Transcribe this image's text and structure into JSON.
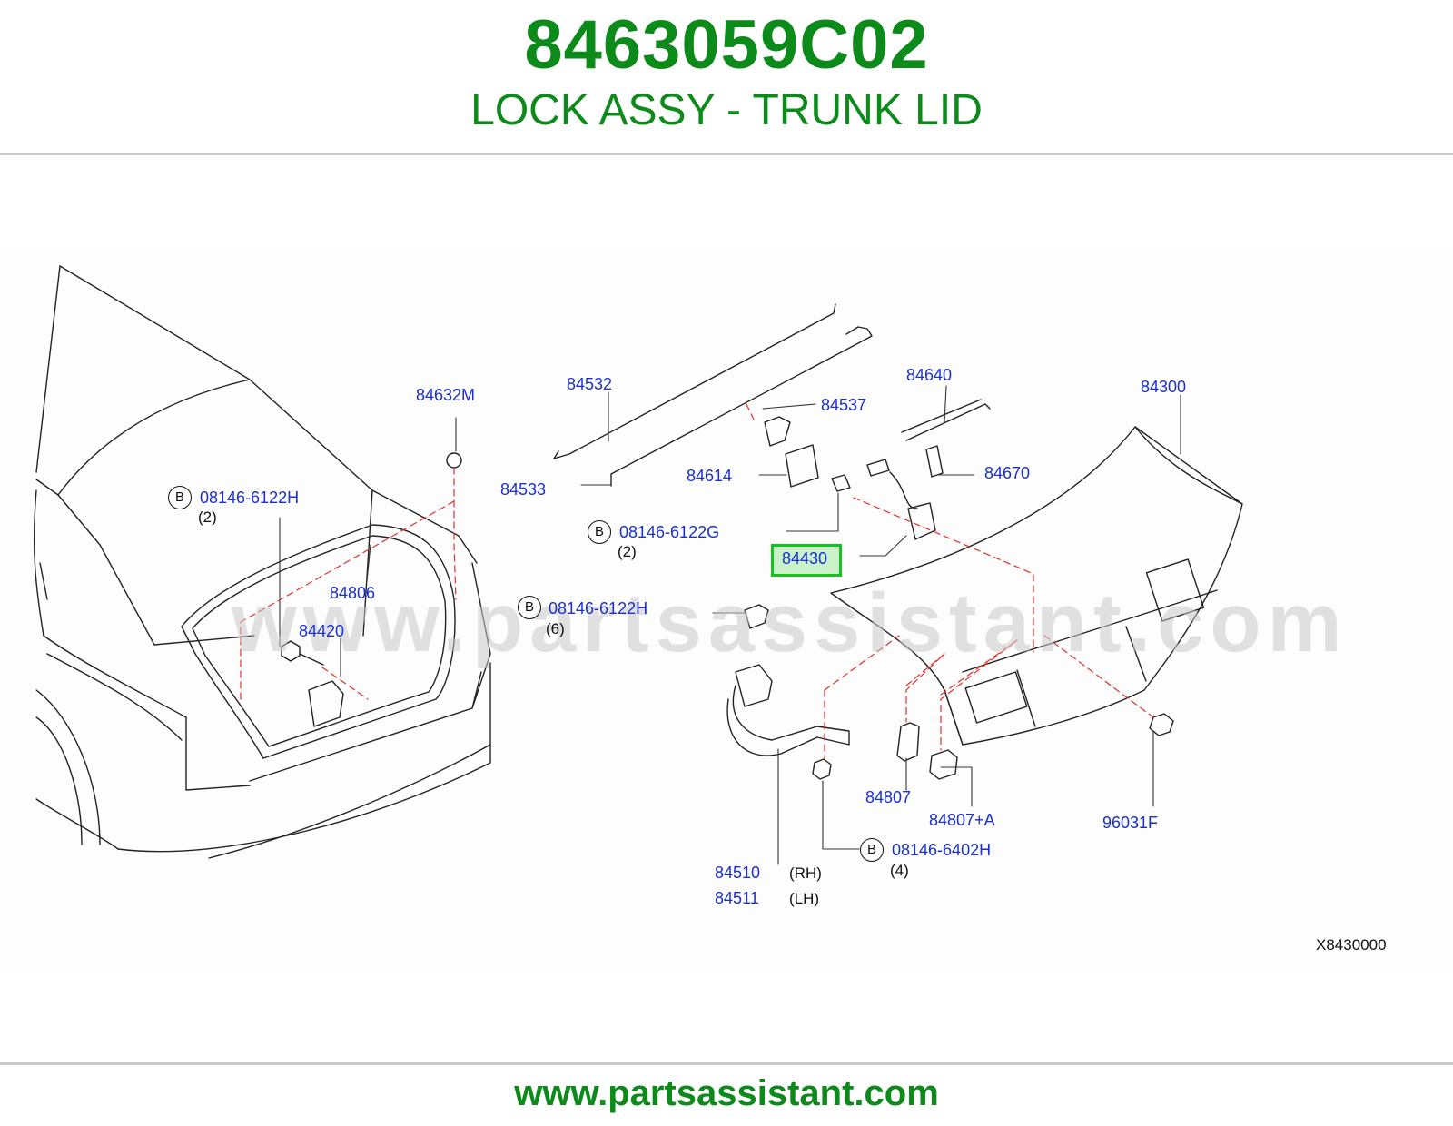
{
  "header": {
    "part_number": "8463059C02",
    "description": "LOCK ASSY - TRUNK LID"
  },
  "watermark": "www.partsassistant.com",
  "diagram_code": "X8430000",
  "footer_url": "www.partsassistant.com",
  "highlighted_part": "84430",
  "colors": {
    "title": "#0c8a1a",
    "label": "#1a2fd0",
    "highlight": "#18c21e",
    "leader_dash": "#e0302a"
  },
  "callouts": {
    "p84632M": "84632M",
    "p84532": "84532",
    "p84537": "84537",
    "p84640": "84640",
    "p84300": "84300",
    "p84533": "84533",
    "p84614": "84614",
    "p84670": "84670",
    "p84806": "84806",
    "p84420": "84420",
    "p84430": "84430",
    "p84807": "84807",
    "p84807A": "84807+A",
    "p96031F": "96031F",
    "p84510": "84510",
    "p84511": "84511",
    "rh": "(RH)",
    "lh": "(LH)"
  },
  "bolts": [
    {
      "letter": "B",
      "part": "08146-6122H",
      "qty": "(2)"
    },
    {
      "letter": "B",
      "part": "08146-6122G",
      "qty": "(2)"
    },
    {
      "letter": "B",
      "part": "08146-6122H",
      "qty": "(6)"
    },
    {
      "letter": "B",
      "part": "08146-6402H",
      "qty": "(4)"
    }
  ]
}
